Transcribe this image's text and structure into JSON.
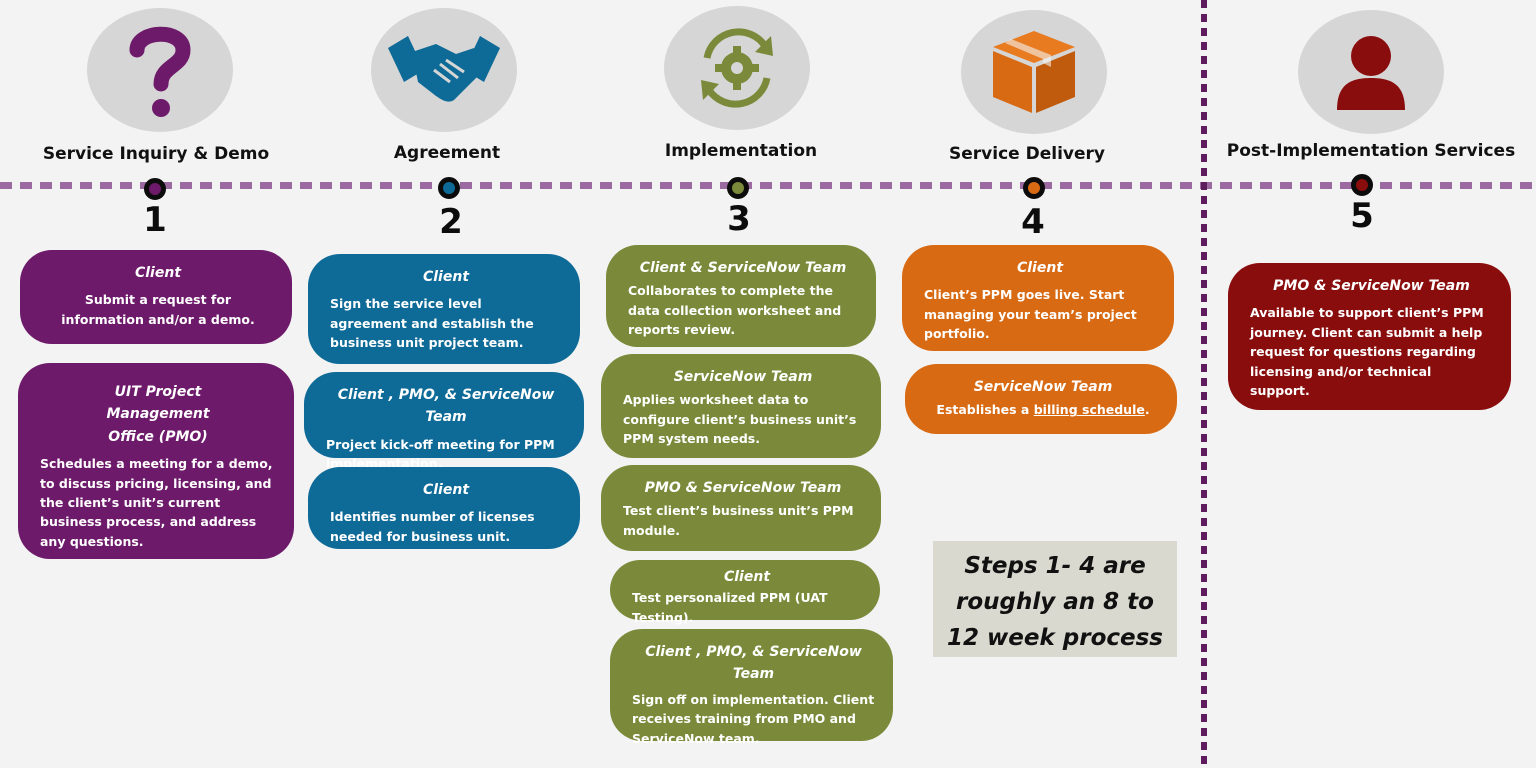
{
  "steps": [
    {
      "number": "1",
      "title": "Service Inquiry & Demo",
      "icon": "question-mark-icon",
      "color": "#6e1a6b",
      "boxes": [
        {
          "role": "Client",
          "text": "Submit a request for information and/or a demo."
        },
        {
          "role": "UIT Project Management Office (PMO)",
          "text": "Schedules a meeting for a demo, to discuss pricing, licensing, and the client’s  unit’s current business process, and address any questions."
        }
      ]
    },
    {
      "number": "2",
      "title": "Agreement",
      "icon": "handshake-icon",
      "color": "#0e6a96",
      "boxes": [
        {
          "role": "Client",
          "text": "Sign the service level agreement and establish the business unit project team."
        },
        {
          "role": "Client , PMO, & ServiceNow Team",
          "text": "Project kick-off meeting for PPM implementation."
        },
        {
          "role": "Client",
          "text": "Identifies number of licenses needed for business unit."
        }
      ]
    },
    {
      "number": "3",
      "title": "Implementation",
      "icon": "gear-cycle-icon",
      "color": "#7a8a3a",
      "boxes": [
        {
          "role": "Client & ServiceNow Team",
          "text": "Collaborates to complete the data collection worksheet and reports review."
        },
        {
          "role": "ServiceNow Team",
          "text": "Applies worksheet data to configure client’s business unit’s PPM system needs."
        },
        {
          "role": "PMO & ServiceNow Team",
          "text": "Test client’s business unit’s PPM module."
        },
        {
          "role": "Client",
          "text": "Test personalized PPM (UAT Testing)."
        },
        {
          "role": "Client , PMO, & ServiceNow Team",
          "text": "Sign off on implementation. Client receives training from PMO and ServiceNow team."
        }
      ]
    },
    {
      "number": "4",
      "title": "Service Delivery",
      "icon": "package-box-icon",
      "color": "#d86a14",
      "boxes": [
        {
          "role": "Client",
          "text": "Client’s PPM goes live. Start managing your team’s project portfolio."
        },
        {
          "role": "ServiceNow Team",
          "text_before": "Establishes a ",
          "link": "billing schedule",
          "text_after": "."
        }
      ]
    },
    {
      "number": "5",
      "title": "Post-Implementation Services",
      "icon": "person-icon",
      "color": "#8a0d0d",
      "boxes": [
        {
          "role": "PMO & ServiceNow Team",
          "text": "Available to support client’s PPM journey. Client can submit a help request for questions regarding licensing and/or technical support."
        }
      ]
    }
  ],
  "note": "Steps 1- 4 are roughly an 8 to 12 week process"
}
